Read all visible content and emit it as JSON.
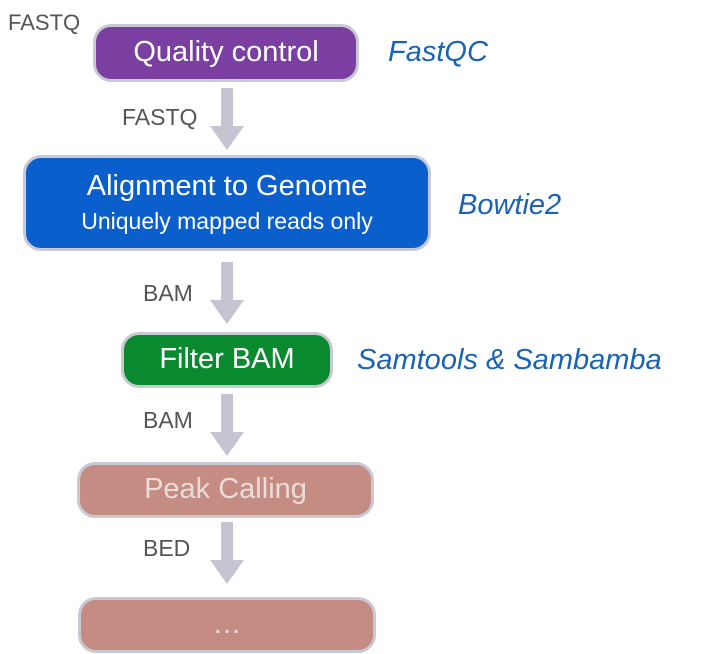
{
  "input_label": "FASTQ",
  "steps": [
    {
      "title": "Quality control",
      "subtitle": "",
      "tool": "FastQC",
      "color": "#7a3fa0"
    },
    {
      "title": "Alignment to Genome",
      "subtitle": "Uniquely mapped reads only",
      "tool": "Bowtie2",
      "color": "#0b5fcc"
    },
    {
      "title": "Filter BAM",
      "subtitle": "",
      "tool": "Samtools & Sambamba",
      "color": "#0a8a2e"
    },
    {
      "title": "Peak Calling",
      "subtitle": "",
      "tool": "",
      "color": "#c48c82",
      "text_color": "#ecdcd9"
    },
    {
      "title": "…",
      "subtitle": "",
      "tool": "",
      "color": "#c48c82",
      "text_color": "#ecdcd9"
    }
  ],
  "edges": [
    {
      "label": "FASTQ"
    },
    {
      "label": "BAM"
    },
    {
      "label": "BAM"
    },
    {
      "label": "BED"
    }
  ],
  "arrow_color": "#c4c4d2"
}
